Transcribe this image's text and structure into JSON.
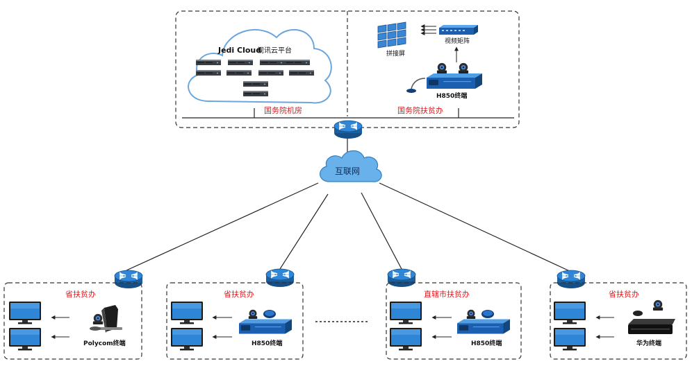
{
  "colors": {
    "red": "#e3191c",
    "router_blue": "#1f6fb5",
    "line": "#222222",
    "dash": "#333333",
    "monitor_blue": "#2f86d6"
  },
  "top": {
    "cloud_title": "Jedi Cloud",
    "cloud_subtitle": "视讯云平台",
    "room_label": "国务院机房",
    "office_label": "国务院扶贫办",
    "splice_screen": "拼接屏",
    "video_matrix": "视频矩阵",
    "terminal": "H850终端"
  },
  "internet": "互联网",
  "branches": [
    {
      "title": "省扶贫办",
      "terminal": "Polycom终端"
    },
    {
      "title": "省扶贫办",
      "terminal": "H850终端"
    },
    {
      "title": "直辖市扶贫办",
      "terminal": "H850终端"
    },
    {
      "title": "省扶贫办",
      "terminal": "华为终端"
    }
  ],
  "icons": {
    "router": "router-icon",
    "cloud": "cloud-icon",
    "server": "server-rack-icon",
    "monitor": "monitor-icon",
    "video_wall": "video-wall-icon",
    "matrix": "video-matrix-icon",
    "codec": "hd-codec-icon",
    "camera": "ptz-camera-icon",
    "microphone": "microphone-icon",
    "polycom": "polycom-codec-icon",
    "huawei": "huawei-codec-icon"
  }
}
